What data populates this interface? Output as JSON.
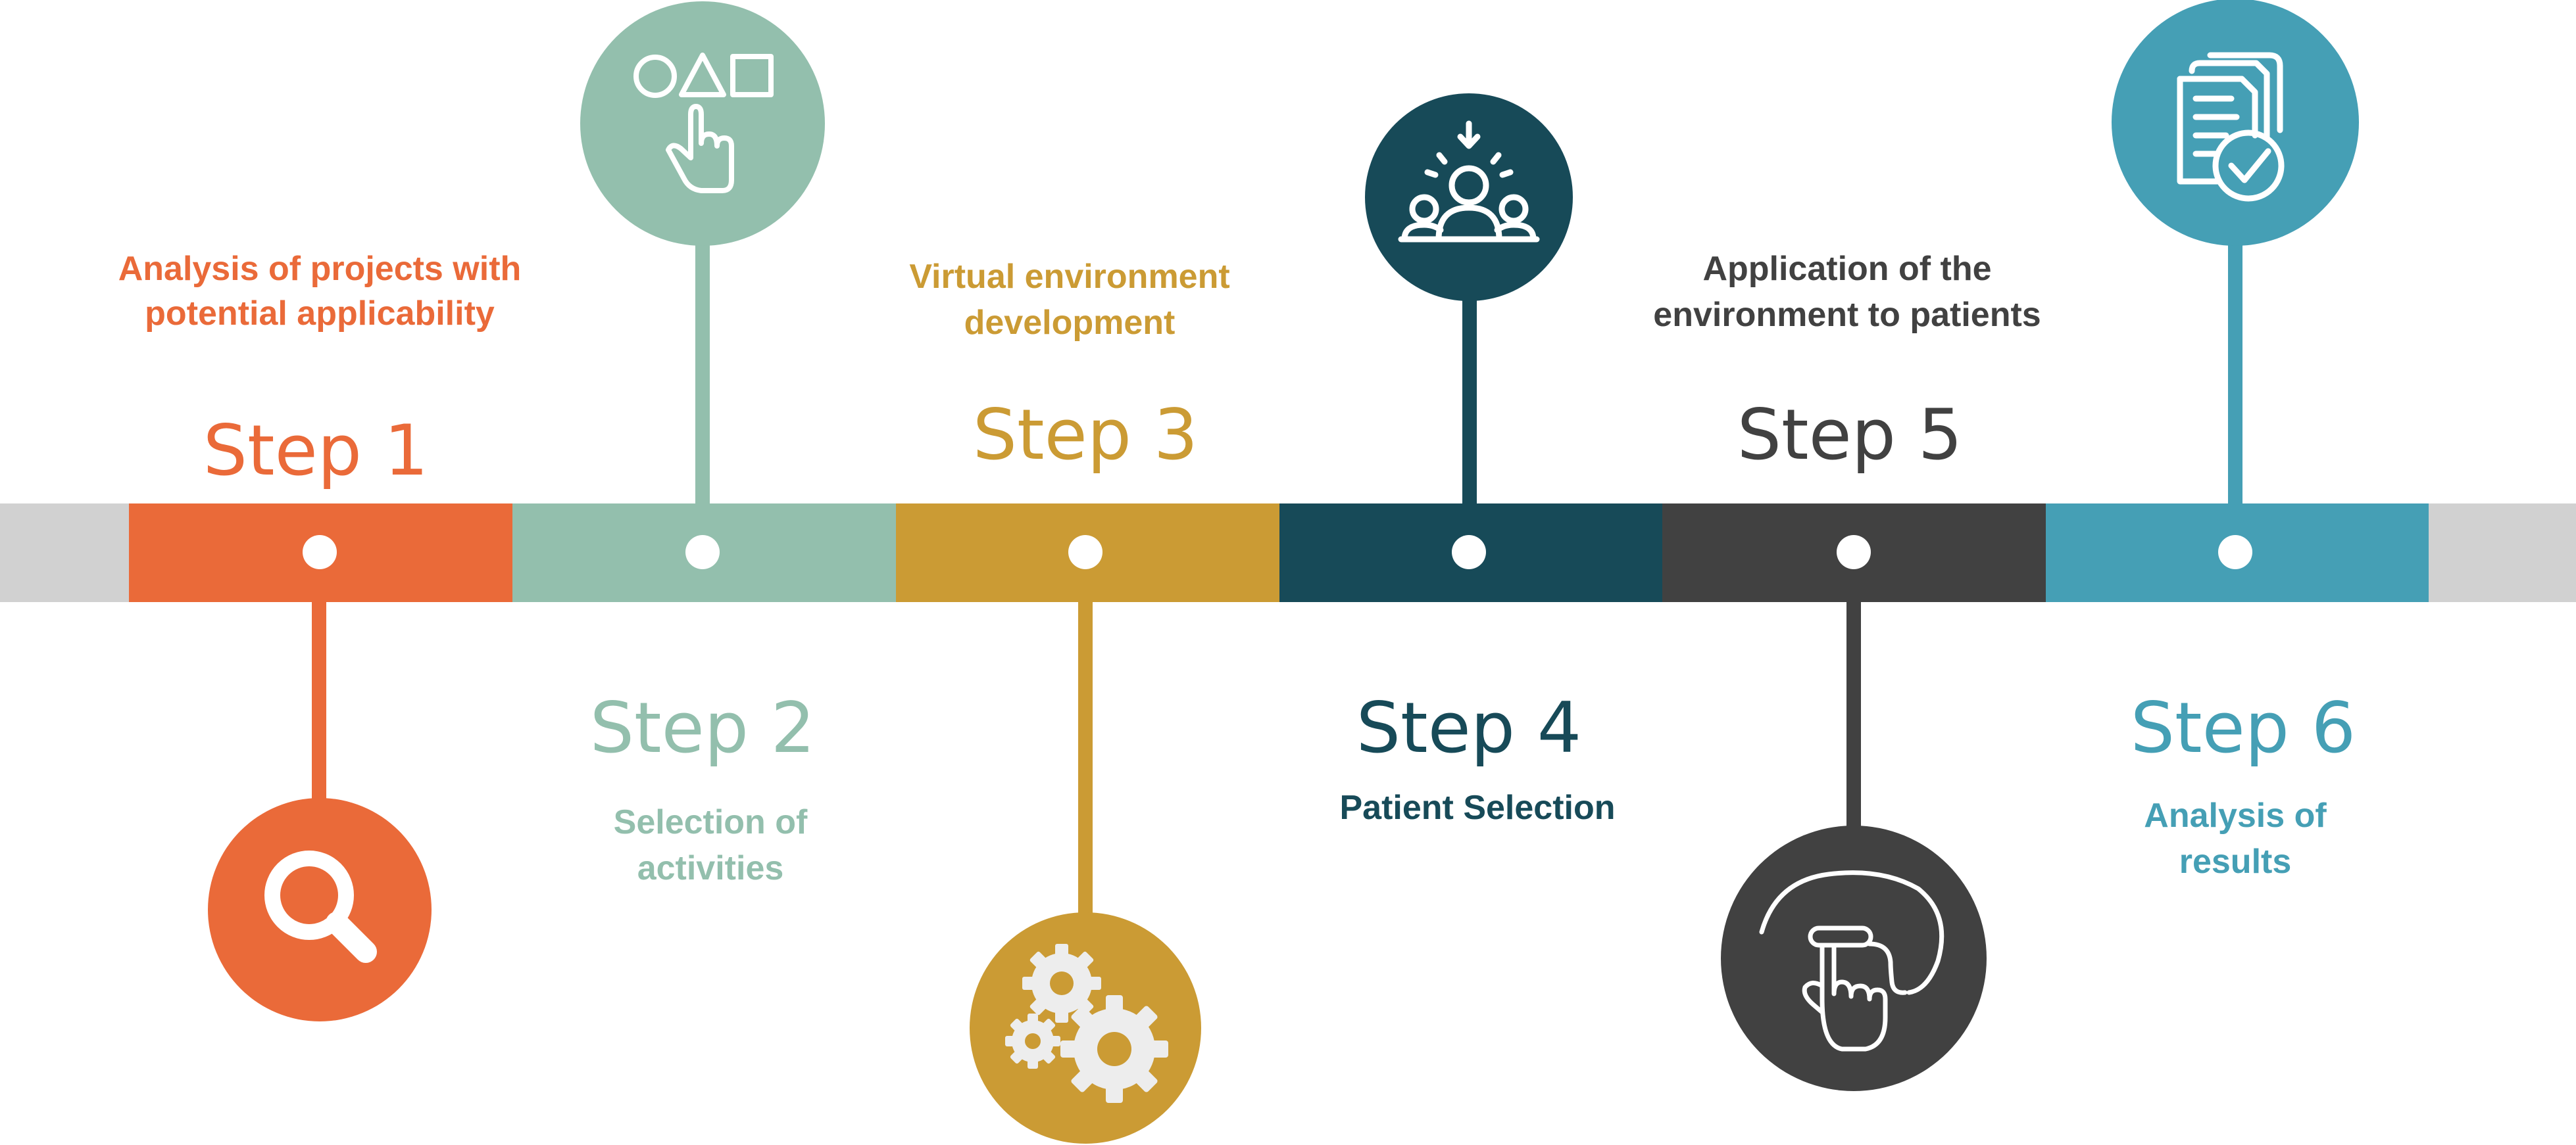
{
  "colors": {
    "step1": "#EA6A39",
    "step2": "#93BFAD",
    "step3": "#CB9B34",
    "step4": "#174A58",
    "step5": "#414141",
    "step6": "#459FB5",
    "track": "#D1D1D1",
    "dot": "#FFFFFF"
  },
  "steps": [
    {
      "id": "step-1",
      "title": "Step 1",
      "description": [
        "Analysis of projects with",
        "potential applicability"
      ],
      "icon": "magnifier-icon"
    },
    {
      "id": "step-2",
      "title": "Step 2",
      "description": [
        "Selection of",
        "activities"
      ],
      "icon": "shapes-selection-icon"
    },
    {
      "id": "step-3",
      "title": "Step 3",
      "description": [
        "Virtual environment",
        "development"
      ],
      "icon": "gears-icon"
    },
    {
      "id": "step-4",
      "title": "Step 4",
      "description": [
        "Patient Selection"
      ],
      "icon": "group-selection-icon"
    },
    {
      "id": "step-5",
      "title": "Step 5",
      "description": [
        "Application of the",
        "environment to patients"
      ],
      "icon": "haptic-pen-icon"
    },
    {
      "id": "step-6",
      "title": "Step 6",
      "description": [
        "Analysis of",
        "results"
      ],
      "icon": "checked-documents-icon"
    }
  ]
}
